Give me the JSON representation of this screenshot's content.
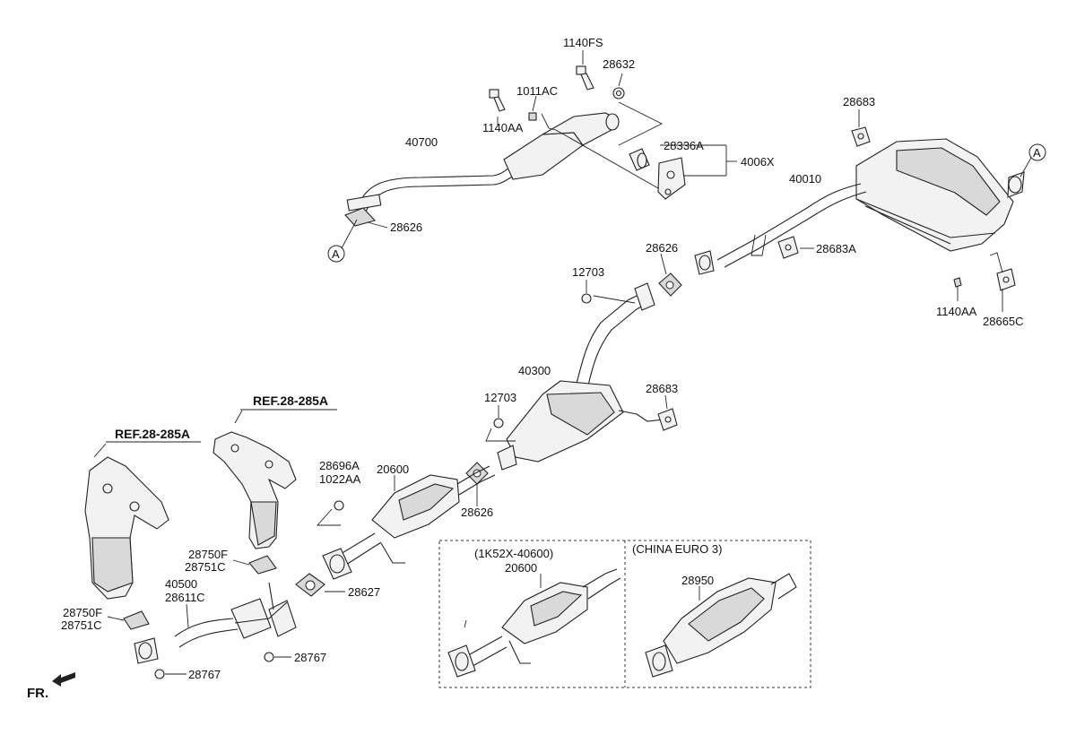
{
  "labels": {
    "l1140FS": "1140FS",
    "l28632": "28632",
    "l1011AC": "1011AC",
    "l1140AA_top": "1140AA",
    "l40700": "40700",
    "l28336A": "28336A",
    "l4006X": "4006X",
    "l28626_top": "28626",
    "l28683_top": "28683",
    "l40010": "40010",
    "l28626_mid": "28626",
    "l28683A": "28683A",
    "l12703_top": "12703",
    "l1140AA_right": "1140AA",
    "l28665C": "28665C",
    "l40300": "40300",
    "l12703_mid": "12703",
    "l28683_mid": "28683",
    "l28696A": "28696A",
    "l1022AA": "1022AA",
    "l20600": "20600",
    "l28626_low": "28626",
    "l28750F_a": "28750F",
    "l28751C_a": "28751C",
    "l40500": "40500",
    "l28611C": "28611C",
    "l28627": "28627",
    "l28750F_b": "28750F",
    "l28751C_b": "28751C",
    "l28767_a": "28767",
    "l28767_b": "28767",
    "l1K52X": "(1K52X-40600)",
    "l20600_box": "20600",
    "lChina": "(CHINA EURO 3)",
    "l28950": "28950",
    "refA_left": "REF.28-285A",
    "refA_right": "REF.28-285A",
    "markA_1": "A",
    "markA_2": "A",
    "fr": "FR."
  }
}
